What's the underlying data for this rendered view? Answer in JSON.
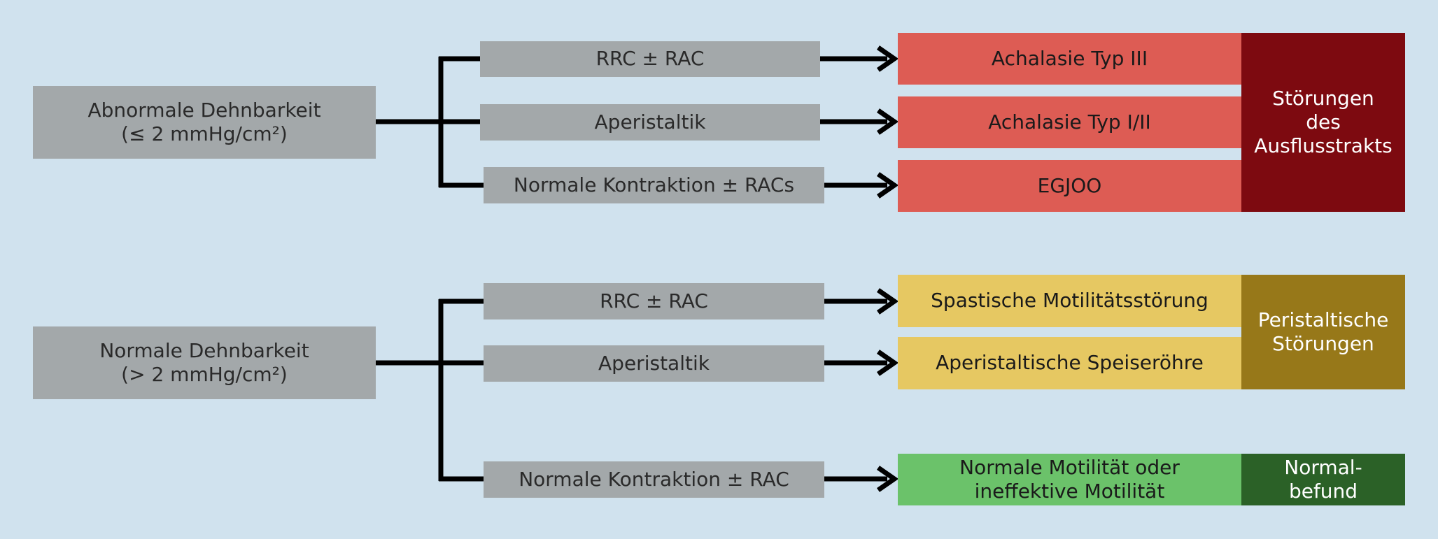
{
  "groups": [
    {
      "source": {
        "line1": "Abnormale Dehnbarkeit",
        "line2": "(≤ 2 mmHg/cm²)"
      },
      "patterns": [
        "RRC ± RAC",
        "Aperistaltik",
        "Normale Kontraktion ± RACs"
      ],
      "results": [
        "Achalasie Typ III",
        "Achalasie Typ I/II",
        "EGJOO"
      ],
      "category": {
        "line1": "Störungen",
        "line2": "des",
        "line3": "Ausflusstrakts"
      }
    },
    {
      "source": {
        "line1": "Normale Dehnbarkeit",
        "line2": "(> 2 mmHg/cm²)"
      },
      "patterns": [
        "RRC ± RAC",
        "Aperistaltik",
        "Normale Kontraktion ± RAC"
      ],
      "results": [
        "Spastische Motilitätsstörung",
        "Aperistaltische Speiseröhre",
        "Normale Motilität oder",
        "ineffektive Motilität"
      ],
      "category": {
        "line1": "Peristaltische",
        "line2": "Störungen",
        "line3": "Normal-",
        "line4": "befund"
      }
    }
  ],
  "colors": {
    "background": "#d0e2ee",
    "gray": "#a3a8aa",
    "outflow_light": "#dd5c54",
    "outflow_dark": "#7d0a10",
    "peristaltic_light": "#e6c862",
    "peristaltic_dark": "#977819",
    "normal_light": "#6bc26a",
    "normal_dark": "#2b6127"
  }
}
